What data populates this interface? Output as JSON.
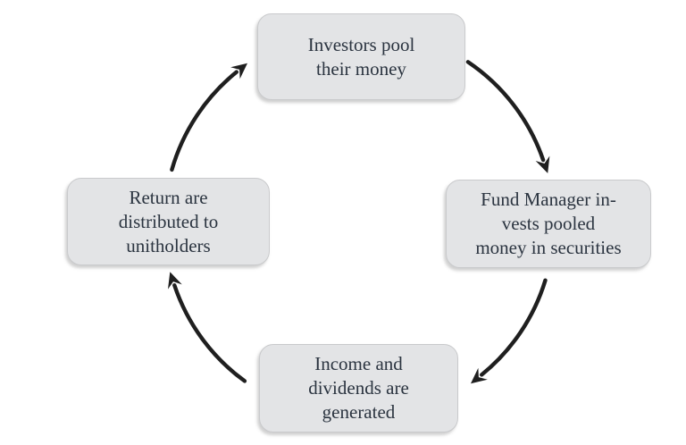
{
  "diagram": {
    "name": "mutual-fund-investment-cycle",
    "flow_direction": "clockwise",
    "nodes": [
      {
        "id": "investors-pool",
        "label": "Investors pool\ntheir money"
      },
      {
        "id": "fund-manager-invests",
        "label": "Fund Manager in-\nvests pooled\nmoney in securities"
      },
      {
        "id": "income-generated",
        "label": "Income and\ndividends are\ngenerated"
      },
      {
        "id": "returns-distributed",
        "label": "Return are\ndistributed to\nunitholders"
      }
    ],
    "arrows": [
      {
        "from": "investors-pool",
        "to": "fund-manager-invests"
      },
      {
        "from": "fund-manager-invests",
        "to": "income-generated"
      },
      {
        "from": "income-generated",
        "to": "returns-distributed"
      },
      {
        "from": "returns-distributed",
        "to": "investors-pool"
      }
    ],
    "colors": {
      "background": "#ffffff",
      "node_fill": "#e3e4e6",
      "node_border": "#c9cacc",
      "node_text": "#2b3440",
      "arrow": "#1f1f1f"
    }
  }
}
